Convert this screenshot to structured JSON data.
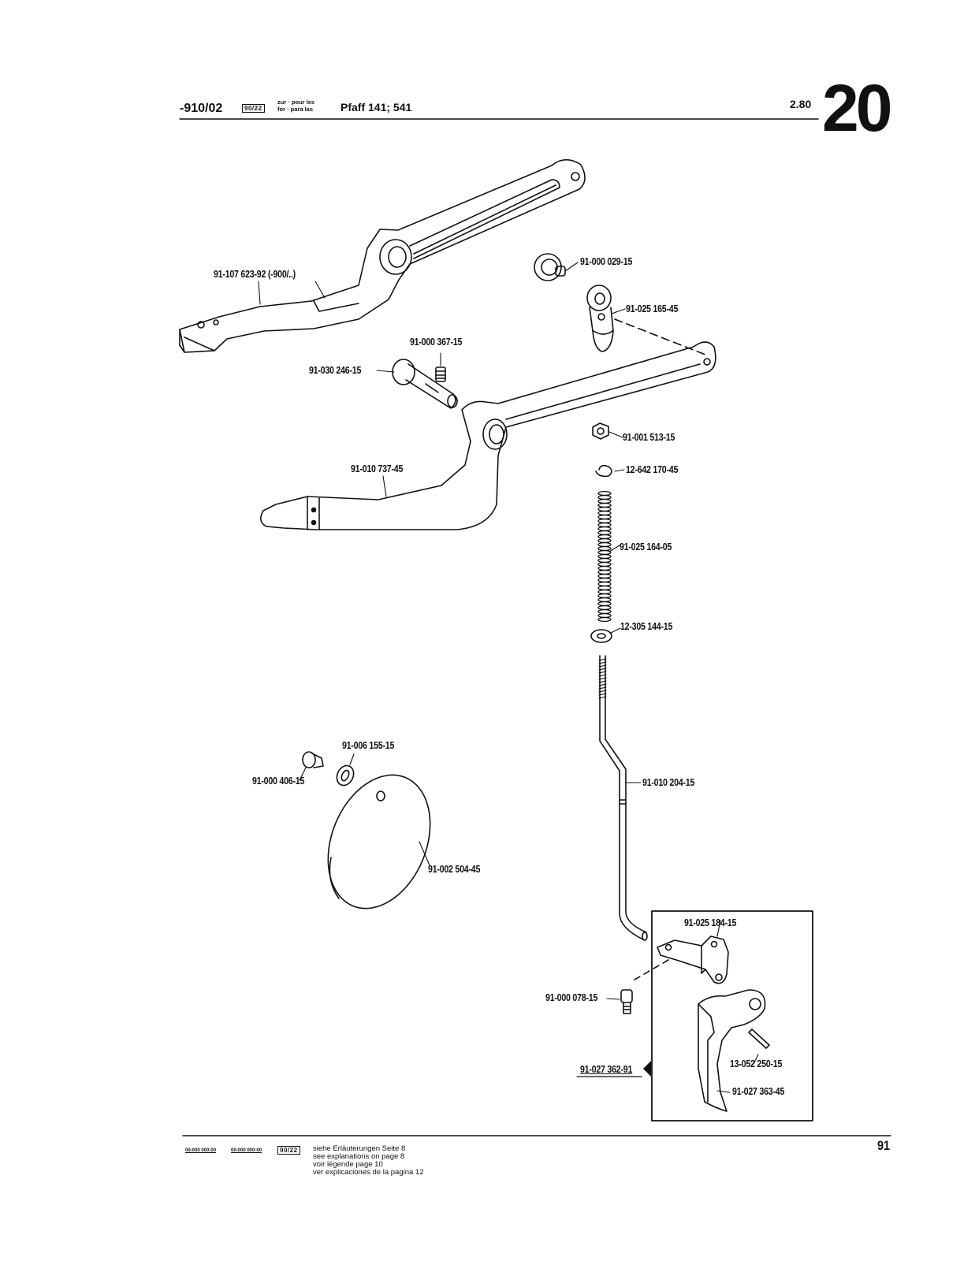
{
  "header": {
    "code": "-910/02",
    "box_label": "90/22",
    "zur_line": "zur · pour les",
    "for_line": "for · para las",
    "model": "Pfaff 141; 541",
    "date": "2.80",
    "section_number": "20"
  },
  "parts": {
    "lever_top": "91-107 623-92 (-900/..)",
    "collar": "91-000 029-15",
    "joint": "91-025 165-45",
    "setscrew": "91-000 367-15",
    "shaft": "91-030 246-15",
    "nut": "91-001 513-15",
    "lever_main": "91-010 737-45",
    "ring": "12-642 170-45",
    "spring": "91-025 164-05",
    "washer_small": "12-305 144-15",
    "washer": "91-006 155-15",
    "screw_disc": "91-000 406-15",
    "rod": "91-010 204-15",
    "disc": "91-002 504-45",
    "bracket": "91-025 184-15",
    "screw_bracket": "91-000 078-15",
    "assembly": "91-027 362-91",
    "pin": "13-052 250-15",
    "knee_lever": "91-027 363-45"
  },
  "footer": {
    "box1": "00-000 000-00",
    "box2": "00-000 000-00",
    "box3": "90/22",
    "line1": "siehe Erläuterungen Seite 8",
    "line2": "see explanations on page 8",
    "line3": "voir légende page 10",
    "line4": "ver explicaciones de la pagina 12",
    "page_number": "91"
  }
}
